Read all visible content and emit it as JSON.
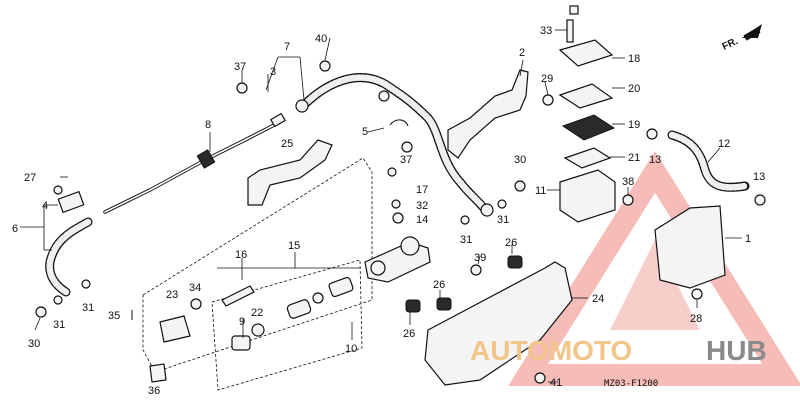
{
  "diagram": {
    "code": "MZ03-F1200",
    "direction": "FR.",
    "watermark": {
      "part1": "AUTOMOTO",
      "part2": "HUB"
    },
    "labels": [
      "1",
      "2",
      "3",
      "4",
      "5",
      "6",
      "7",
      "8",
      "9",
      "10",
      "11",
      "12",
      "13",
      "13",
      "14",
      "15",
      "16",
      "17",
      "18",
      "19",
      "20",
      "21",
      "22",
      "23",
      "24",
      "25",
      "26",
      "26",
      "26",
      "27",
      "28",
      "29",
      "30",
      "30",
      "31",
      "31",
      "31",
      "31",
      "32",
      "33",
      "34",
      "35",
      "36",
      "37",
      "37",
      "38",
      "39",
      "40",
      "41"
    ]
  }
}
